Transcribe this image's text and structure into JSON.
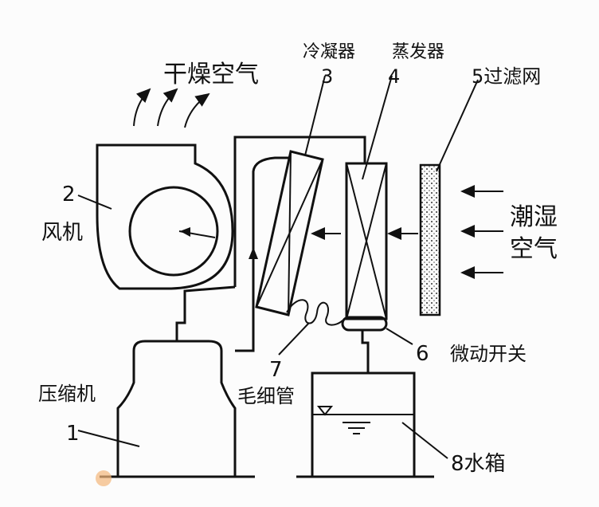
{
  "labels": {
    "dry_air": "干燥空气",
    "condenser": "冷凝器",
    "evaporator": "蒸发器",
    "num3": "3",
    "num4": "4",
    "filter": "5过滤网",
    "num2": "2",
    "fan": "风机",
    "humid1": "潮湿",
    "humid2": "空气",
    "num6": "6",
    "microswitch": "微动开关",
    "num7": "7",
    "capillary": "毛细管",
    "compressor": "压缩机",
    "num1": "1",
    "tank": "8水箱"
  }
}
